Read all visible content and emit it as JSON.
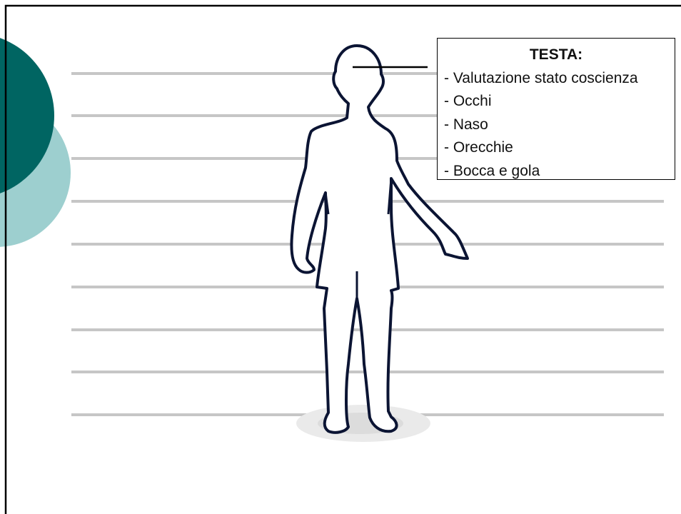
{
  "colors": {
    "background": "#ffffff",
    "frame": "#000000",
    "circle_dark": "#006562",
    "circle_light": "#9dcfcf",
    "height_lines": "#c6c6c6",
    "figure_outline": "#0b1433"
  },
  "callout": {
    "title": "TESTA:",
    "items": [
      "- Valutazione stato coscienza",
      "- Occhi",
      "- Naso",
      "- Orecchie",
      "- Bocca e gola"
    ]
  }
}
